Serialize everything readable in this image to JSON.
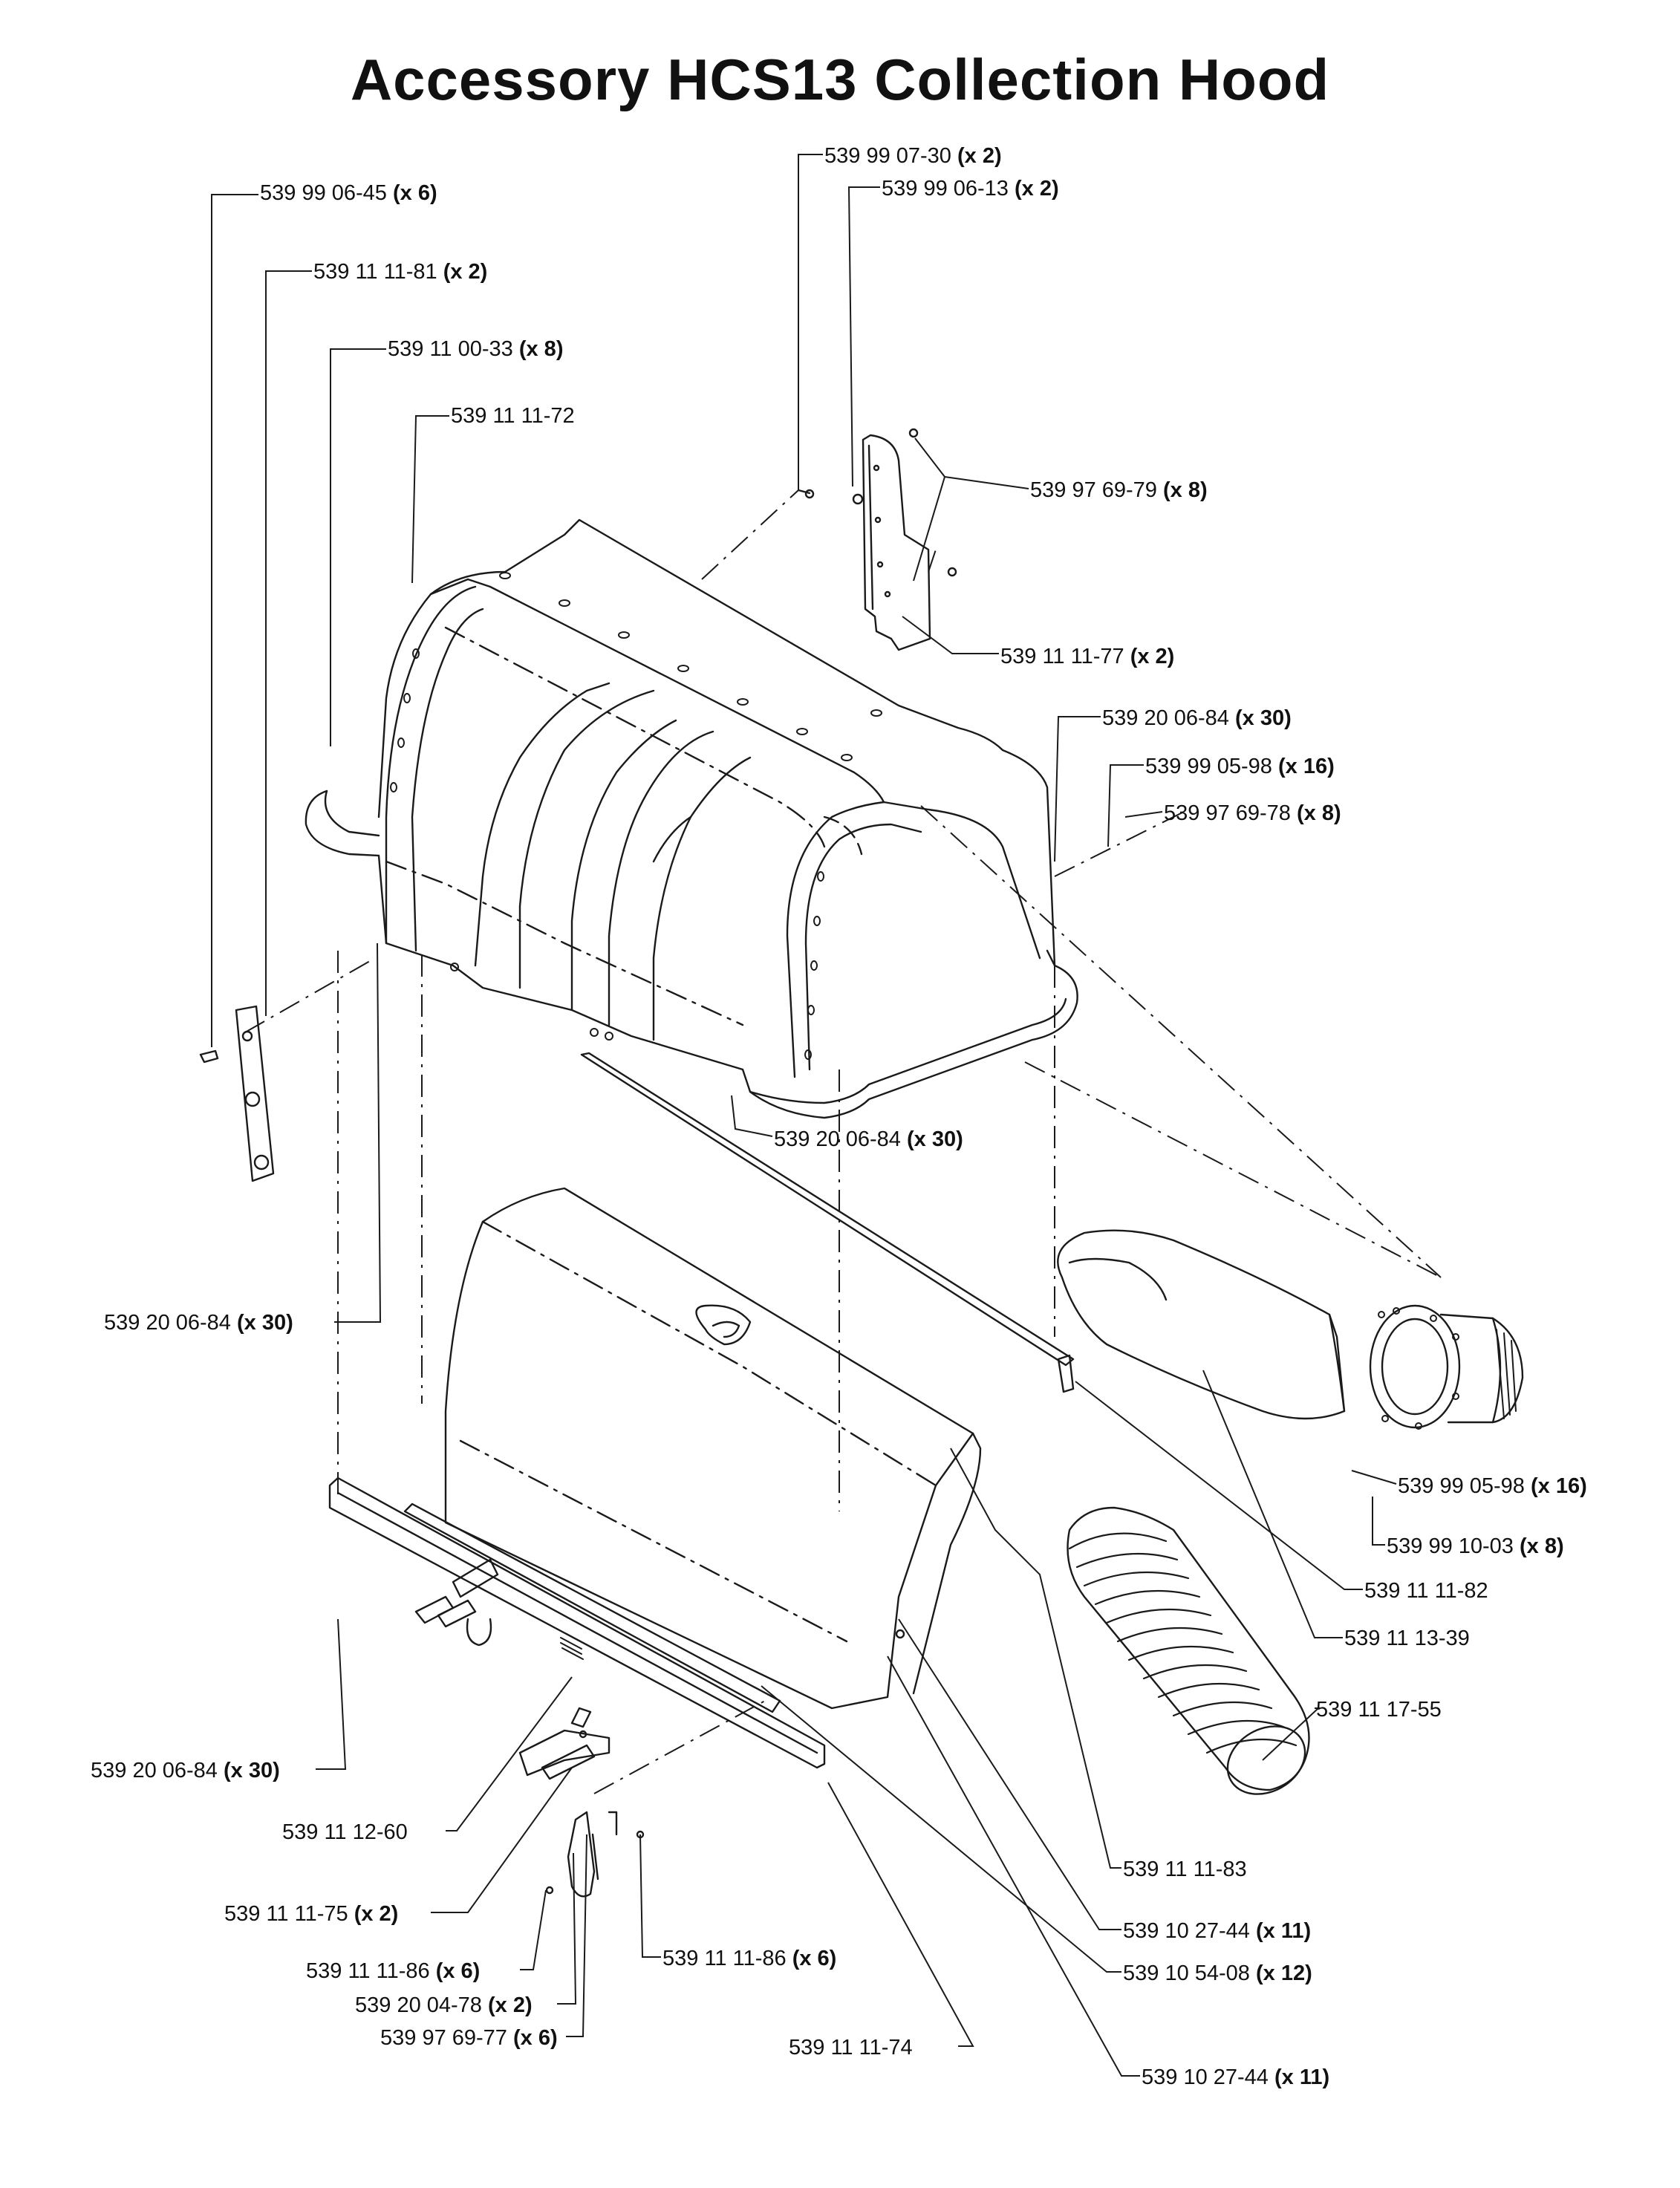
{
  "title": "Accessory HCS13 Collection Hood",
  "callouts": [
    {
      "id": "c1",
      "num": "539 99 06-45",
      "qty": "(x 6)"
    },
    {
      "id": "c2",
      "num": "539 11 11-81",
      "qty": "(x 2)"
    },
    {
      "id": "c3",
      "num": "539 11 00-33",
      "qty": "(x 8)"
    },
    {
      "id": "c4",
      "num": "539 11 11-72",
      "qty": ""
    },
    {
      "id": "c5",
      "num": "539 99 07-30",
      "qty": "(x 2)"
    },
    {
      "id": "c6",
      "num": "539 99 06-13",
      "qty": "(x 2)"
    },
    {
      "id": "c7",
      "num": "539 97 69-79",
      "qty": "(x 8)"
    },
    {
      "id": "c8",
      "num": "539 11 11-77",
      "qty": "(x 2)"
    },
    {
      "id": "c9",
      "num": "539 20 06-84",
      "qty": "(x 30)"
    },
    {
      "id": "c10",
      "num": "539 99 05-98",
      "qty": "(x 16)"
    },
    {
      "id": "c11",
      "num": "539 97 69-78",
      "qty": "(x 8)"
    },
    {
      "id": "c12",
      "num": "539 20 06-84",
      "qty": "(x 30)"
    },
    {
      "id": "c13",
      "num": "539 20 06-84",
      "qty": "(x 30)"
    },
    {
      "id": "c14",
      "num": "539 99 05-98",
      "qty": "(x 16)"
    },
    {
      "id": "c15",
      "num": "539 99 10-03",
      "qty": "(x 8)"
    },
    {
      "id": "c16",
      "num": "539 11 11-82",
      "qty": ""
    },
    {
      "id": "c17",
      "num": "539 11 13-39",
      "qty": ""
    },
    {
      "id": "c18",
      "num": "539 11 17-55",
      "qty": ""
    },
    {
      "id": "c19",
      "num": "539 20 06-84",
      "qty": "(x 30)"
    },
    {
      "id": "c20",
      "num": "539 11 12-60",
      "qty": ""
    },
    {
      "id": "c21",
      "num": "539 11 11-83",
      "qty": ""
    },
    {
      "id": "c22",
      "num": "539 11 11-75",
      "qty": "(x 2)"
    },
    {
      "id": "c23",
      "num": "539 10 27-44",
      "qty": "(x 11)"
    },
    {
      "id": "c24",
      "num": "539 11 11-86",
      "qty": "(x 6)"
    },
    {
      "id": "c25",
      "num": "539 11 11-86",
      "qty": "(x 6)"
    },
    {
      "id": "c26",
      "num": "539 10 54-08",
      "qty": "(x 12)"
    },
    {
      "id": "c27",
      "num": "539 20 04-78",
      "qty": "(x 2)"
    },
    {
      "id": "c28",
      "num": "539 11 11-74",
      "qty": ""
    },
    {
      "id": "c29",
      "num": "539 10 27-44",
      "qty": "(x 11)"
    },
    {
      "id": "c30",
      "num": "539 97 69-77",
      "qty": "(x 6)"
    }
  ]
}
